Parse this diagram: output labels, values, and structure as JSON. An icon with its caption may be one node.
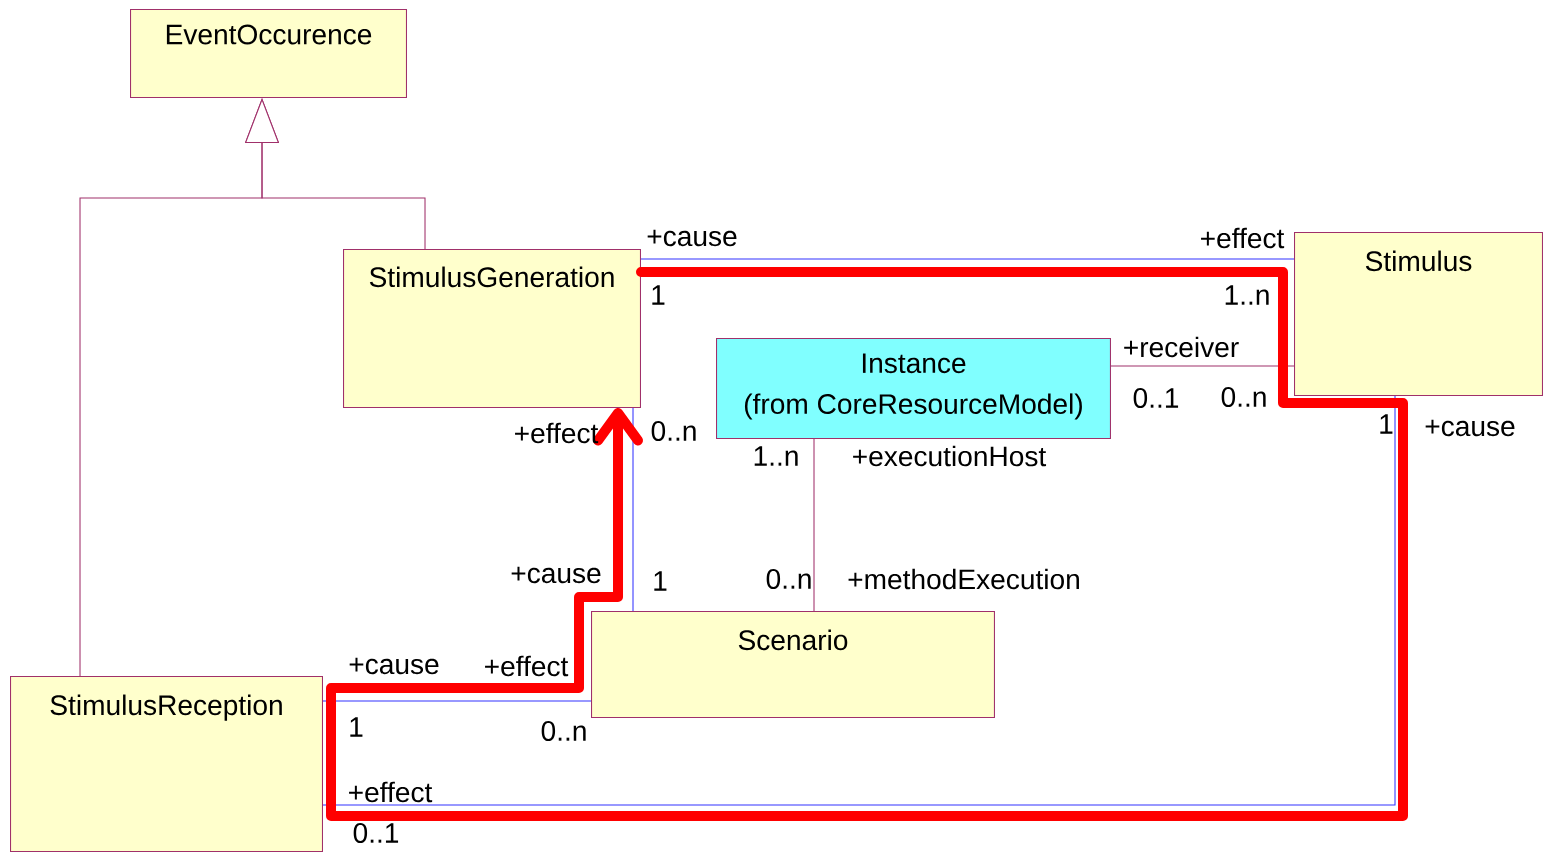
{
  "diagram": {
    "nodes": [
      {
        "text": [
          "EventOccurence"
        ]
      },
      {
        "text": [
          "StimulusGeneration"
        ]
      },
      {
        "text": [
          "Stimulus"
        ]
      },
      {
        "text": [
          "Instance",
          "(from CoreResourceModel)"
        ]
      },
      {
        "text": [
          "Scenario"
        ]
      },
      {
        "text": [
          "StimulusReception"
        ]
      }
    ],
    "edges": [
      {
        "from": 1,
        "to": 0,
        "arrow": "to",
        "color": "#a0306a"
      },
      {
        "from": 5,
        "to": 0,
        "arrow": "to",
        "color": "#a0306a"
      },
      {
        "from": 1,
        "to": 2,
        "arrow": "none",
        "color": "#3333ff"
      },
      {
        "from": 3,
        "to": 2,
        "arrow": "none",
        "color": "#a0306a"
      },
      {
        "from": 3,
        "to": 4,
        "arrow": "none",
        "color": "#a0306a"
      },
      {
        "from": 1,
        "to": 4,
        "arrow": "none",
        "color": "#3333ff"
      },
      {
        "from": 5,
        "to": 4,
        "arrow": "none",
        "color": "#3333ff"
      },
      {
        "from": 5,
        "to": 2,
        "arrow": "none",
        "color": "#3333ff"
      },
      {
        "from": 1,
        "to": 1,
        "arrow": "to",
        "style": "thick",
        "color": "#ff0000"
      }
    ],
    "labels": [
      "+cause",
      "+effect",
      "1",
      "1..n",
      "+receiver",
      "0..1",
      "0..n",
      "+effect",
      "0..n",
      "1",
      "+cause",
      "1..n",
      "+executionHost",
      "+cause",
      "1",
      "0..n",
      "+methodExecution",
      "+cause",
      "+effect",
      "1",
      "0..n",
      "+effect",
      "0..1"
    ]
  }
}
